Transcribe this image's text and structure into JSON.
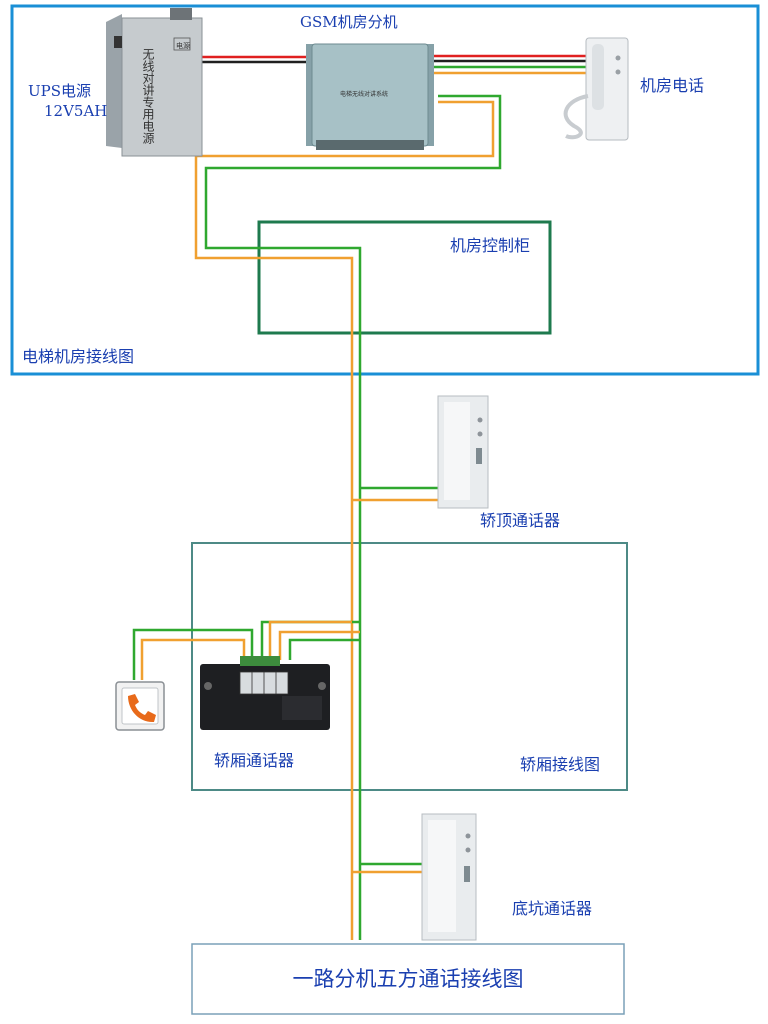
{
  "labels": {
    "ups": "UPS电源",
    "ups_spec": "12V5AH",
    "ups_device_text": "无线对讲专用电源",
    "ups_badge": "电源",
    "gsm": "GSM机房分机",
    "gsm_device_text": "电梯无线对讲系统",
    "machine_room_phone": "机房电话",
    "control_cabinet": "机房控制柜",
    "machine_room_diagram": "电梯机房接线图",
    "car_top_intercom": "轿顶通话器",
    "car_diagram": "轿厢接线图",
    "car_intercom": "轿厢通话器",
    "pit_intercom": "底坑通话器",
    "footer_title": "一路分机五方通话接线图"
  },
  "colors": {
    "frame_blue": "#1a8fd6",
    "cabinet_green": "#1e7a4e",
    "car_frame": "#4d8a86",
    "footer_frame": "#7aa0b8",
    "label_blue": "#1a3fb0",
    "wire_green": "#2fa82f",
    "wire_orange": "#f0a030",
    "wire_red": "#e02020",
    "wire_black": "#202020"
  }
}
